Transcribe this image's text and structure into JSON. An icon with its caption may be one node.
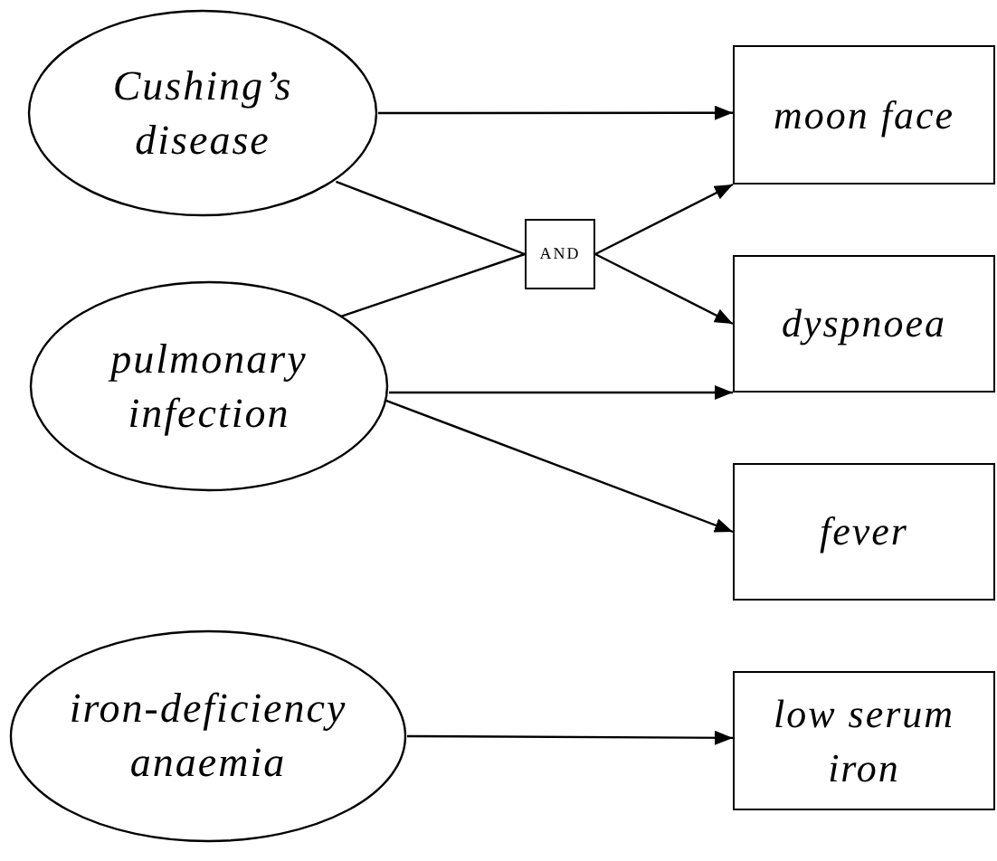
{
  "diagram": {
    "nodes": [
      {
        "text": [
          "Cushing’s disease"
        ]
      },
      {
        "text": [
          "pulmonary infection"
        ]
      },
      {
        "text": [
          "iron-deficiency anaemia"
        ]
      },
      {
        "text": [
          "moon face"
        ]
      },
      {
        "text": [
          "AND"
        ]
      },
      {
        "text": [
          "dyspnoea"
        ]
      },
      {
        "text": [
          "fever"
        ]
      },
      {
        "text": [
          "low serum iron"
        ]
      }
    ],
    "edges": [
      {
        "from": 0,
        "to": 3,
        "arrow": "to"
      },
      {
        "from": 0,
        "to": 4,
        "arrow": "none"
      },
      {
        "from": 1,
        "to": 4,
        "arrow": "none"
      },
      {
        "from": 4,
        "to": 3,
        "arrow": "to"
      },
      {
        "from": 4,
        "to": 5,
        "arrow": "to"
      },
      {
        "from": 1,
        "to": 5,
        "arrow": "to"
      },
      {
        "from": 1,
        "to": 6,
        "arrow": "to"
      },
      {
        "from": 2,
        "to": 7,
        "arrow": "to"
      }
    ]
  }
}
